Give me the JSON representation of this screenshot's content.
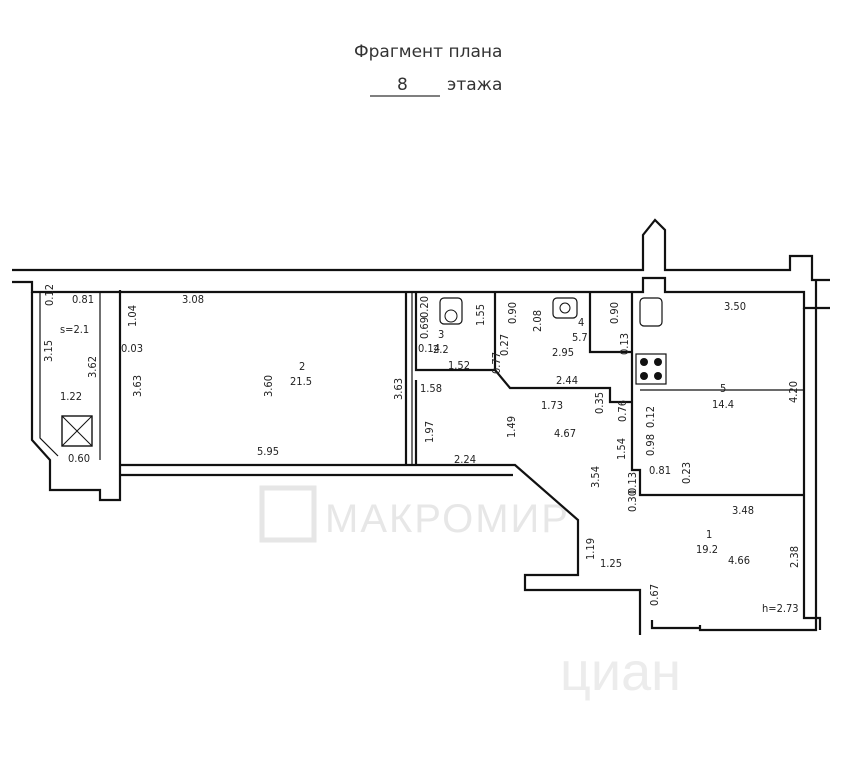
{
  "title": {
    "line1": "Фрагмент плана",
    "floor_number": "8",
    "line2_suffix": "этажа"
  },
  "rooms": [
    {
      "number": "2",
      "area": "21.5"
    },
    {
      "number": "3",
      "area": "2.2"
    },
    {
      "number": "4",
      "area": "5.7"
    },
    {
      "number": "5",
      "area": "14.4"
    },
    {
      "number": "1",
      "area": "19.2"
    }
  ],
  "balcony": {
    "area_label": "s=2.1"
  },
  "ceiling_height": "h=2.73",
  "dimensions": {
    "d3_08": "3.08",
    "d3_60": "3.60",
    "d3_63a": "3.63",
    "d3_63b": "3.63",
    "d5_95": "5.95",
    "d1_04": "1.04",
    "d0_03": "0.03",
    "d0_81a": "0.81",
    "d0_12a": "0.12",
    "d3_15": "3.15",
    "d3_62": "3.62",
    "d1_22": "1.22",
    "d0_60": "0.60",
    "d0_20": "0.20",
    "d0_69": "0.69",
    "d1_55": "1.55",
    "d0_14": "0.14",
    "d1_52": "1.52",
    "d0_90a": "0.90",
    "d2_08": "2.08",
    "d0_27": "0.27",
    "d0_77": "0.77",
    "d2_95": "2.95",
    "d0_90b": "0.90",
    "d0_13a": "0.13",
    "d1_58": "1.58",
    "d2_44": "2.44",
    "d1_73": "1.73",
    "d0_35": "0.35",
    "d0_76": "0.76",
    "d1_97": "1.97",
    "d1_49": "1.49",
    "d4_67": "4.67",
    "d2_24": "2.24",
    "d3_50": "3.50",
    "d4_20": "4.20",
    "d0_12b": "0.12",
    "d0_98": "0.98",
    "d1_54": "1.54",
    "d0_81b": "0.81",
    "d0_23": "0.23",
    "d3_54": "3.54",
    "d0_13b": "0.13",
    "d0_30": "0.30",
    "d3_48": "3.48",
    "d1_19": "1.19",
    "d1_25": "1.25",
    "d4_66": "4.66",
    "d2_38": "2.38",
    "d0_67": "0.67"
  },
  "watermarks": {
    "agency": "МАКРОМИР",
    "site": "циан"
  }
}
